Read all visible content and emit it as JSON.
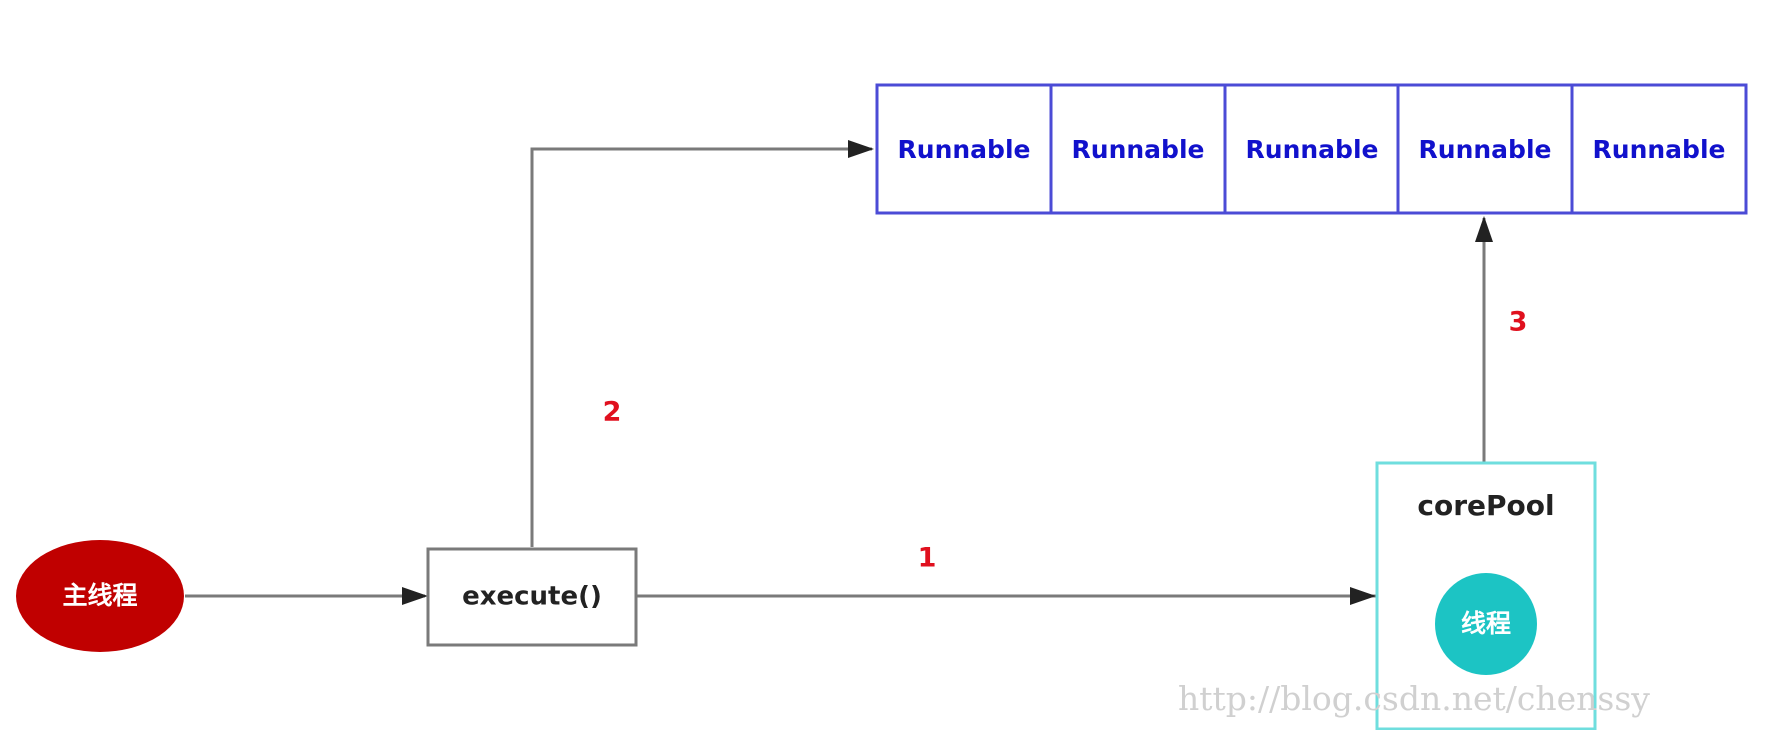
{
  "nodes": {
    "main_thread": "主线程",
    "execute": "execute()",
    "core_pool_title": "corePool",
    "worker_thread": "线程"
  },
  "queue": {
    "items": [
      "Runnable",
      "Runnable",
      "Runnable",
      "Runnable",
      "Runnable"
    ]
  },
  "steps": {
    "one": "1",
    "two": "2",
    "three": "3"
  },
  "watermark": "http://blog.csdn.net/chenssy",
  "colors": {
    "main_thread": "#c00000",
    "edge": "#7a7a7a",
    "queue_border": "#4b4bd6",
    "queue_text": "#1111cc",
    "core_pool_border": "#6fdede",
    "worker_thread": "#1cc4c4",
    "step_label": "#e0101e",
    "watermark": "#d0d0d0"
  }
}
